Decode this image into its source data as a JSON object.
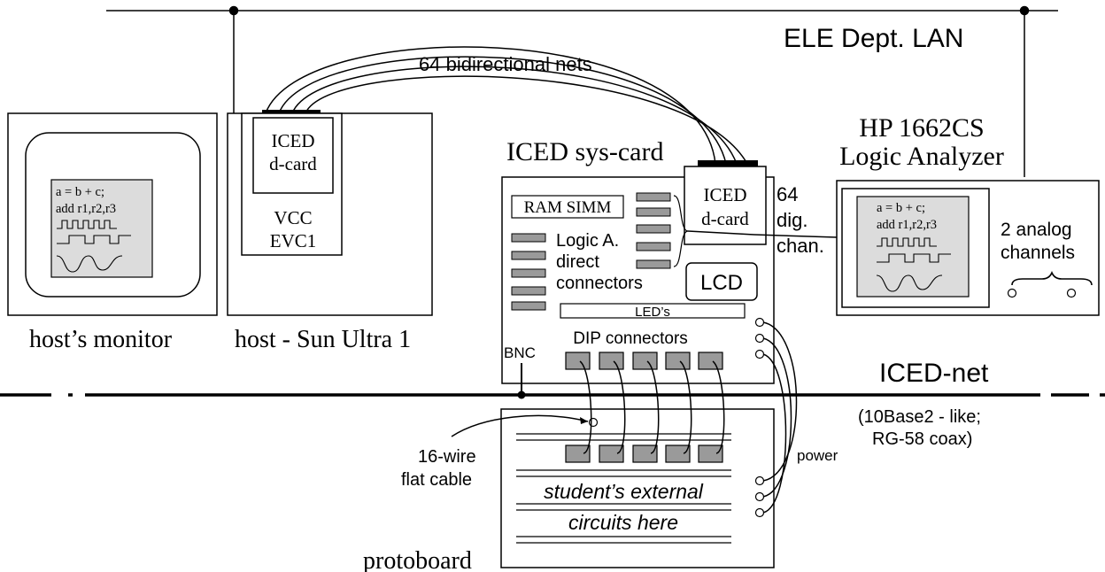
{
  "network": {
    "lan_label": "ELE Dept. LAN",
    "iced_net_label": "ICED-net",
    "iced_net_note_line1": "(10Base2 - like;",
    "iced_net_note_line2": "RG-58 coax)"
  },
  "cable": {
    "label": "64 bidirectional nets"
  },
  "monitor": {
    "caption": "host’s monitor",
    "code_line1": "a = b + c;",
    "code_line2": "add  r1,r2,r3"
  },
  "host": {
    "caption": "host - Sun Ultra 1",
    "dcard_line1": "ICED",
    "dcard_line2": "d-card",
    "vcc_line1": "VCC",
    "vcc_line2": "EVC1"
  },
  "syscard": {
    "title": "ICED sys-card",
    "ram_label": "RAM SIMM",
    "dcard_line1": "ICED",
    "dcard_line2": "d-card",
    "la_line1": "Logic A.",
    "la_line2": "direct",
    "la_line3": "connectors",
    "lcd_label": "LCD",
    "leds_label": "LED’s",
    "dip_label": "DIP connectors",
    "bnc_label": "BNC",
    "channels_line1": "64",
    "channels_line2": "dig.",
    "channels_line3": "chan."
  },
  "analyzer": {
    "title_line1": "HP 1662CS",
    "title_line2": "Logic Analyzer",
    "code_line1": "a = b + c;",
    "code_line2": "add  r1,r2,r3",
    "analog_line1": "2 analog",
    "analog_line2": "channels"
  },
  "protoboard": {
    "caption": "protoboard",
    "circuit_line1": "student’s external",
    "circuit_line2": "circuits here",
    "cable_line1": "16-wire",
    "cable_line2": "flat cable",
    "power_label": "power"
  }
}
